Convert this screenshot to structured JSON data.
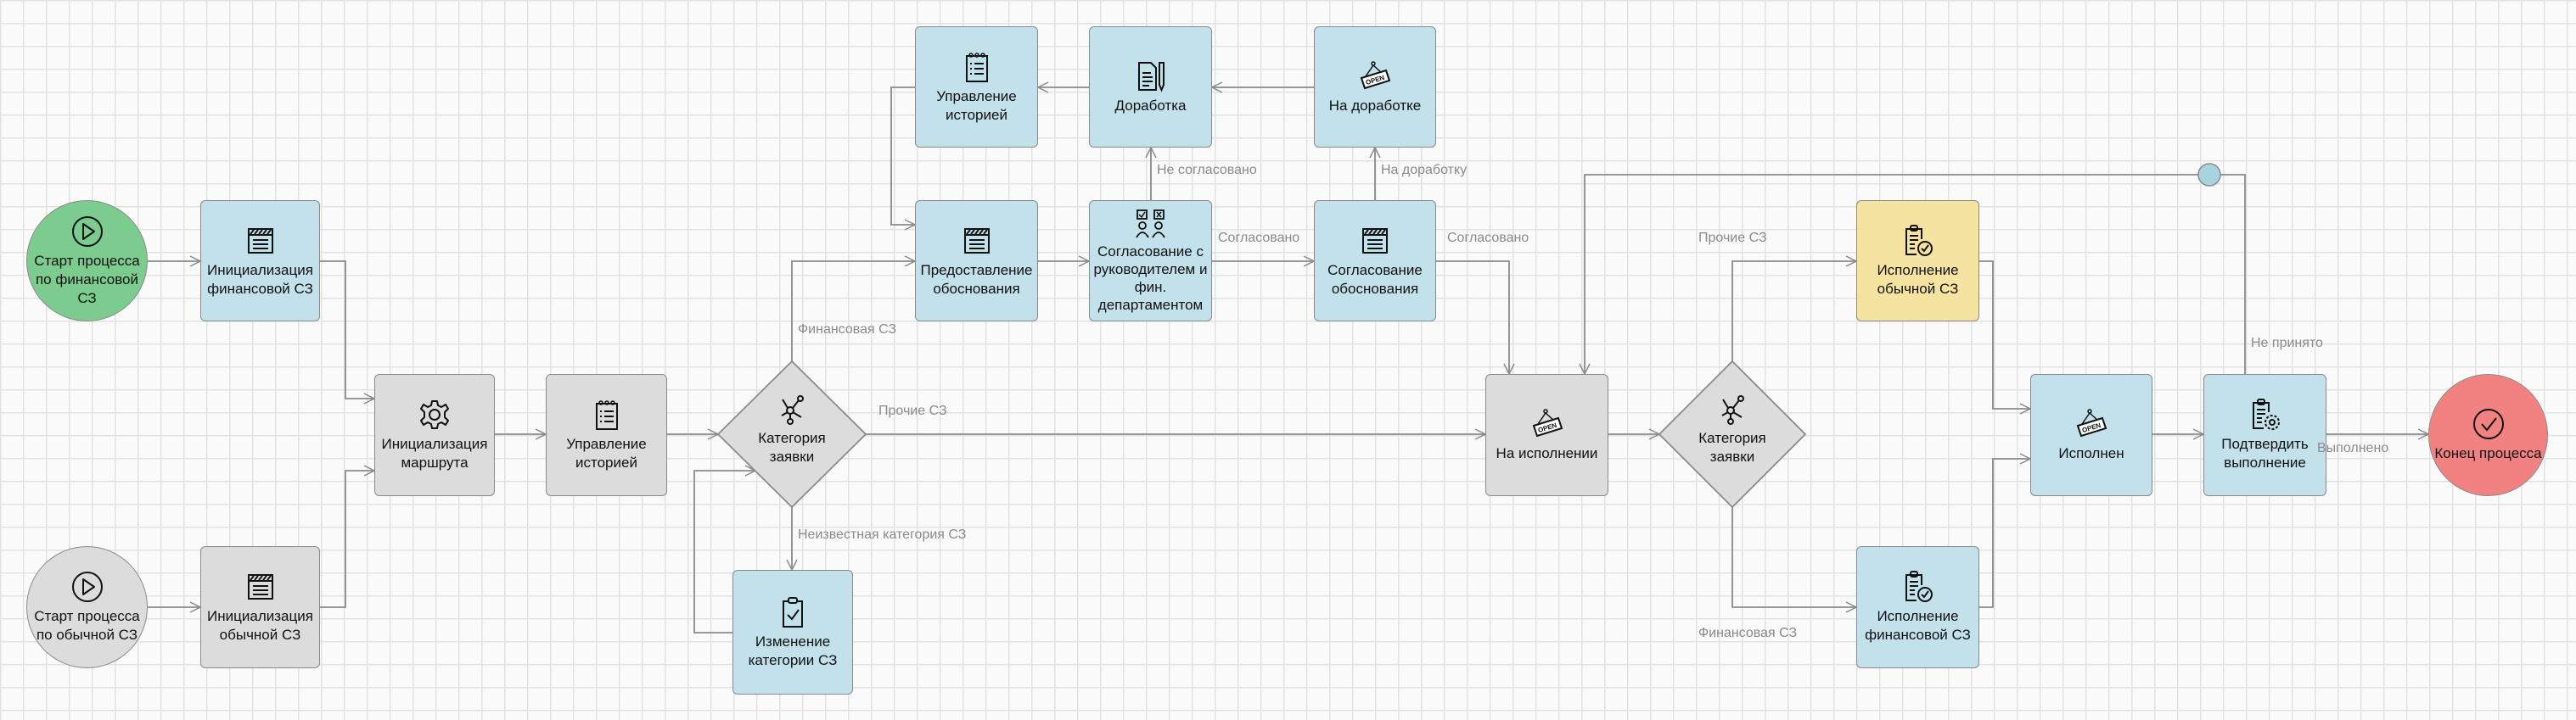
{
  "colors": {
    "task_blue": "#c3e1eb",
    "task_grey": "#dcdcdc",
    "start": "#7ccb8f",
    "end": "#f28282",
    "highlight": "#f5e3a1",
    "edge": "#8a8a8a",
    "junction": "#a8d4e0"
  },
  "nodes": {
    "start_fin": {
      "label": "Старт процесса по финансовой СЗ",
      "icon": "play-circle"
    },
    "init_fin": {
      "label": "Инициализация финансовой СЗ",
      "icon": "clapperboard"
    },
    "start_ob": {
      "label": "Старт процесса по обычной СЗ",
      "icon": "play-circle"
    },
    "init_ob": {
      "label": "Инициализация обычной СЗ",
      "icon": "clapperboard"
    },
    "init_route": {
      "label": "Инициализация маршрута",
      "icon": "gear"
    },
    "hist_main": {
      "label": "Управление историей",
      "icon": "notepad-list"
    },
    "gate1": {
      "label": "Категория заявки",
      "icon": "network"
    },
    "izm_kat": {
      "label": "Изменение категории СЗ",
      "icon": "clipboard-check"
    },
    "hist_top": {
      "label": "Управление историей",
      "icon": "notepad-list"
    },
    "predost": {
      "label": "Предоставление обоснования",
      "icon": "clapperboard"
    },
    "dorab": {
      "label": "Доработка",
      "icon": "document-pencil"
    },
    "sogl_ruk": {
      "label": "Согласование с руководителем и фин. департаментом",
      "icon": "people-approval"
    },
    "na_dorab": {
      "label": "На доработке",
      "icon": "open-sign"
    },
    "sogl_obosn": {
      "label": "Согласование обоснования",
      "icon": "clapperboard"
    },
    "na_ispoln": {
      "label": "На исполнении",
      "icon": "open-sign"
    },
    "gate2": {
      "label": "Категория заявки",
      "icon": "network"
    },
    "isp_ob": {
      "label": "Исполнение обычной СЗ",
      "icon": "clipboard-check-circle"
    },
    "isp_fin": {
      "label": "Исполнение финансовой СЗ",
      "icon": "clipboard-check-circle"
    },
    "ispolnen": {
      "label": "Исполнен",
      "icon": "open-sign"
    },
    "podtv": {
      "label": "Подтвердить выполнение",
      "icon": "clipboard-gear"
    },
    "end": {
      "label": "Конец процесса",
      "icon": "check-circle"
    }
  },
  "edge_labels": {
    "gate1_fin": "Финансовая СЗ",
    "gate1_other": "Прочие СЗ",
    "gate1_unknown": "Неизвестная категория СЗ",
    "not_agreed": "Не согласовано",
    "agreed1": "Согласовано",
    "to_rework": "На доработку",
    "agreed2": "Согласовано",
    "gate2_other": "Прочие СЗ",
    "gate2_fin": "Финансовая СЗ",
    "not_accepted": "Не принято",
    "done": "Выполнено"
  }
}
